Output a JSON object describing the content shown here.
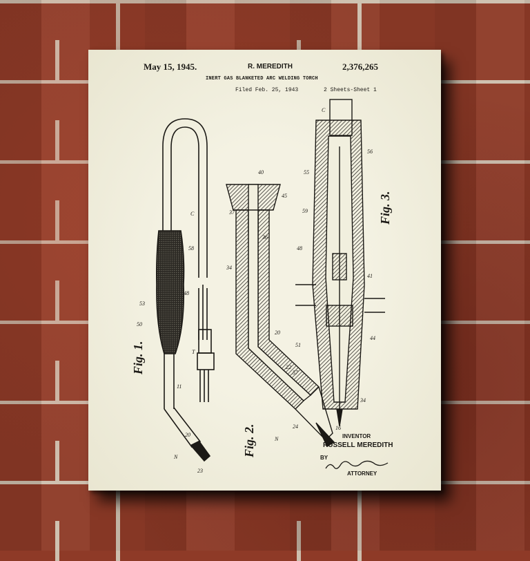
{
  "patent": {
    "date": "May 15, 1945.",
    "inventor_header": "R. MEREDITH",
    "number": "2,376,265",
    "title": "INERT GAS BLANKETED ARC WELDING TORCH",
    "filed": "Filed Feb. 25, 1943",
    "sheets": "2 Sheets-Sheet 1"
  },
  "figures": {
    "fig1": "Fig. 1.",
    "fig2": "Fig. 2.",
    "fig3": "Fig. 3."
  },
  "signature_block": {
    "inventor_label": "INVENTOR",
    "inventor_name": "RUSSELL MEREDITH",
    "by_label": "BY",
    "attorney_label": "ATTORNEY"
  },
  "colors": {
    "paper": "#f1efde",
    "ink": "#1b1915",
    "brick": "#8e3a27",
    "mortar": "#cdbfae"
  }
}
